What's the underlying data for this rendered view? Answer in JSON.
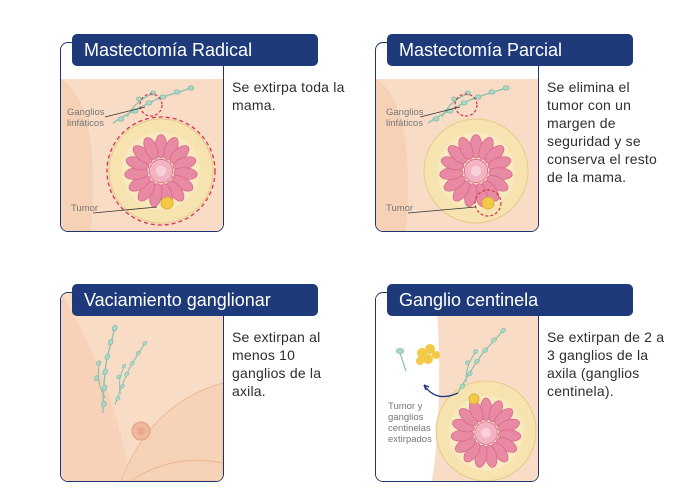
{
  "panels": [
    {
      "title": "Mastectomía Radical",
      "description": "Se extirpa toda la mama.",
      "labels": {
        "nodes": "Ganglios linfáticos",
        "tumor": "Tumor"
      }
    },
    {
      "title": "Mastectomía Parcial",
      "description": "Se elimina el tumor con un margen de seguridad y se conserva el resto de la mama.",
      "labels": {
        "nodes": "Ganglios linfáticos",
        "tumor": "Tumor"
      }
    },
    {
      "title": "Vaciamiento ganglionar",
      "description": "Se extirpan al menos 10 ganglios de la axila."
    },
    {
      "title": "Ganglio centinela",
      "description": "Se extirpan de 2 a 3 ganglios de la axila (ganglios centinela).",
      "labels": {
        "removed": "Tumor y ganglios centinelas extirpados"
      }
    }
  ],
  "colors": {
    "title_bg": "#1f3a7a",
    "skin": "#f9d9c0",
    "gland": "#e27f9c",
    "fat": "#f5e6b8",
    "node": "#9fd0c0",
    "tumor": "#f3c948",
    "cut_line": "#d6344a"
  }
}
